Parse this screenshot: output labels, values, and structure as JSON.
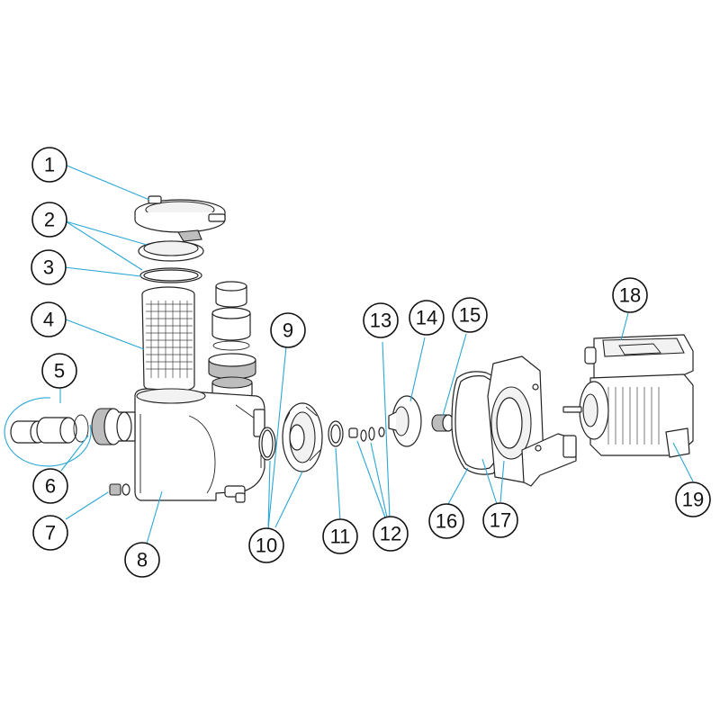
{
  "colors": {
    "leader": "#2aa7d6",
    "stroke": "#222222",
    "background": "#ffffff"
  },
  "callouts": [
    {
      "id": "1",
      "label": "1"
    },
    {
      "id": "2",
      "label": "2"
    },
    {
      "id": "3",
      "label": "3"
    },
    {
      "id": "4",
      "label": "4"
    },
    {
      "id": "5",
      "label": "5"
    },
    {
      "id": "6",
      "label": "6"
    },
    {
      "id": "7",
      "label": "7"
    },
    {
      "id": "8",
      "label": "8"
    },
    {
      "id": "9",
      "label": "9"
    },
    {
      "id": "10",
      "label": "10"
    },
    {
      "id": "11",
      "label": "11"
    },
    {
      "id": "12",
      "label": "12"
    },
    {
      "id": "13",
      "label": "13"
    },
    {
      "id": "14",
      "label": "14"
    },
    {
      "id": "15",
      "label": "15"
    },
    {
      "id": "16",
      "label": "16"
    },
    {
      "id": "17",
      "label": "17"
    },
    {
      "id": "18",
      "label": "18"
    },
    {
      "id": "19",
      "label": "19"
    }
  ]
}
